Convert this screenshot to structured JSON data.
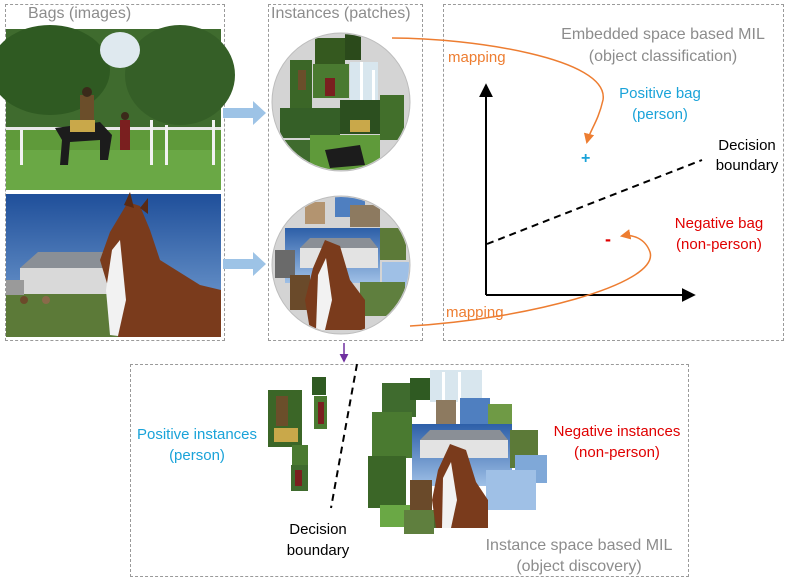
{
  "bags_panel": {
    "title": "Bags (images)",
    "bag_images": [
      {
        "name": "person-riding-horse-photo"
      },
      {
        "name": "horse-and-barn-photo"
      }
    ]
  },
  "instances_panel": {
    "title": "Instances (patches)"
  },
  "embedded_panel": {
    "title_line1": "Embedded space based MIL",
    "title_line2": "(object classification)",
    "positive_bag_line1": "Positive bag",
    "positive_bag_line2": "(person)",
    "positive_marker": "+",
    "negative_bag_line1": "Negative bag",
    "negative_bag_line2": "(non-person)",
    "negative_marker": "-",
    "boundary_line1": "Decision",
    "boundary_line2": "boundary"
  },
  "mapping_labels": {
    "top": "mapping",
    "bottom": "mapping"
  },
  "instance_panel": {
    "title_line1": "Instance space based MIL",
    "title_line2": "(object discovery)",
    "positive_line1": "Positive instances",
    "positive_line2": "(person)",
    "negative_line1": "Negative instances",
    "negative_line2": "(non-person)",
    "boundary_line1": "Decision",
    "boundary_line2": "boundary"
  },
  "colors": {
    "mapping_orange": "#ed7d31",
    "positive_blue": "#1aa3d9",
    "negative_red": "#e00000",
    "flow_arrow_blue": "#9dc3e6",
    "down_arrow_purple": "#7030a0",
    "panel_border": "#9a9a9a",
    "grey_text": "#8c8c8c"
  }
}
